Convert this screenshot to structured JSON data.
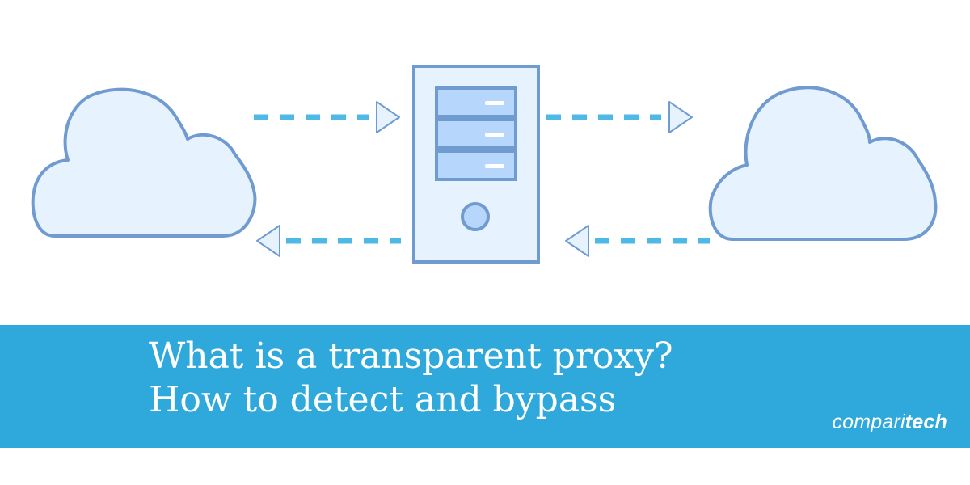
{
  "colors": {
    "banner": "#2fa8dc",
    "arrow": "#4fb9e6",
    "outline": "#6f9bd1",
    "fill_light": "#e6f2fd",
    "fill_mid": "#b7d6fb",
    "text": "#ffffff"
  },
  "icons": {
    "left_cloud": "cloud-icon",
    "right_cloud": "cloud-icon",
    "server": "server-tower-icon"
  },
  "headline": {
    "line1": "What is a transparent proxy?",
    "line2": "How to detect and bypass"
  },
  "brand": {
    "regular": "compari",
    "bold": "tech"
  }
}
